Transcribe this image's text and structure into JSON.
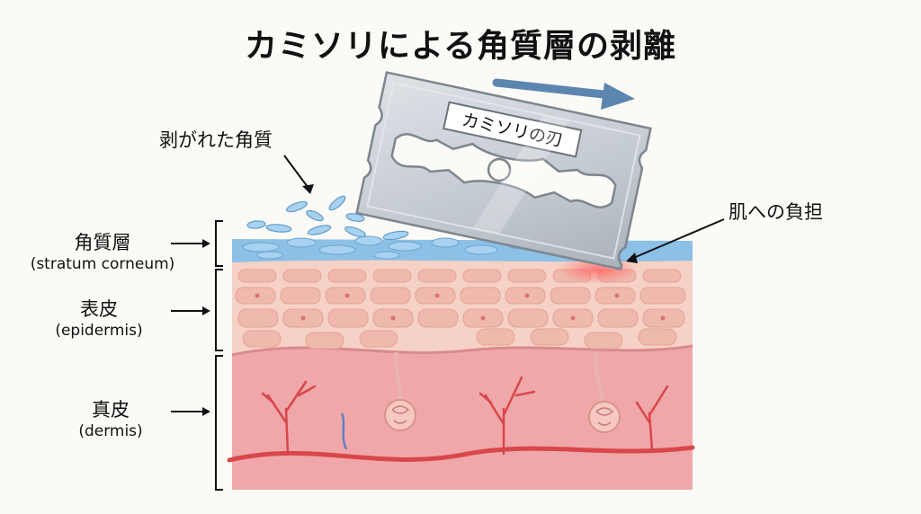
{
  "title": "カミソリによる角質層の剥離",
  "callouts": {
    "peeled": "剥がれた角質",
    "burden": "肌への負担",
    "blade": "カミソリの刃"
  },
  "layers": [
    {
      "name": "角質層",
      "en": "(stratum corneum)"
    },
    {
      "name": "表皮",
      "en": "(epidermis)"
    },
    {
      "name": "真皮",
      "en": "(dermis)"
    }
  ],
  "colors": {
    "stratum": "#8cc0e6",
    "epidermis": "#f6d2c6",
    "dermis": "#f0a7a9",
    "vessel": "#d8474b",
    "blade": "#c9ced4",
    "arrow": "#5c86b0"
  }
}
